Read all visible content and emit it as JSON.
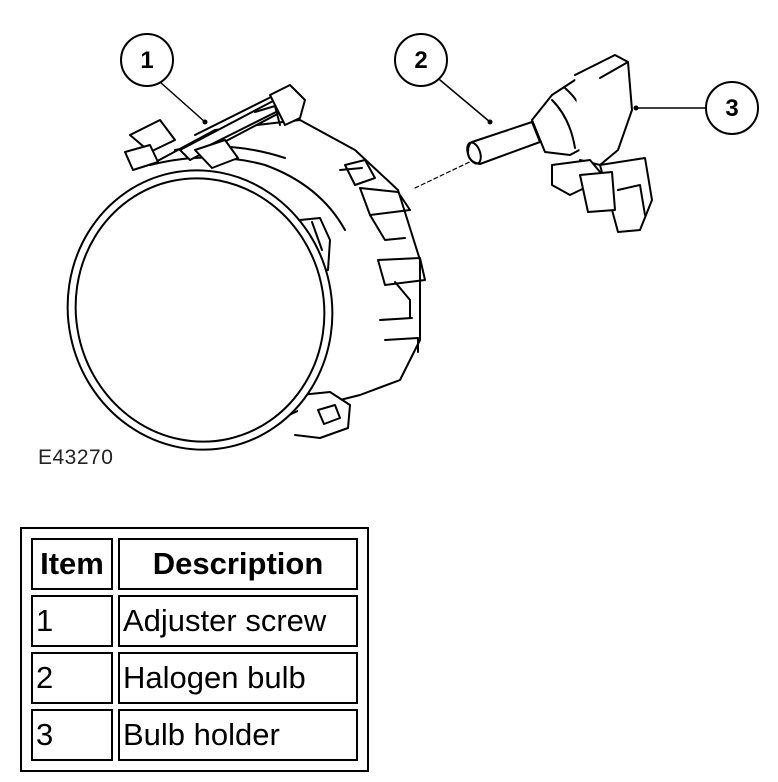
{
  "figure_code": "E43270",
  "callouts": [
    {
      "number": "1"
    },
    {
      "number": "2"
    },
    {
      "number": "3"
    }
  ],
  "legend": {
    "headers": {
      "item": "Item",
      "description": "Description"
    },
    "rows": [
      {
        "item": "1",
        "description": "Adjuster screw"
      },
      {
        "item": "2",
        "description": "Halogen bulb"
      },
      {
        "item": "3",
        "description": "Bulb holder"
      }
    ]
  }
}
